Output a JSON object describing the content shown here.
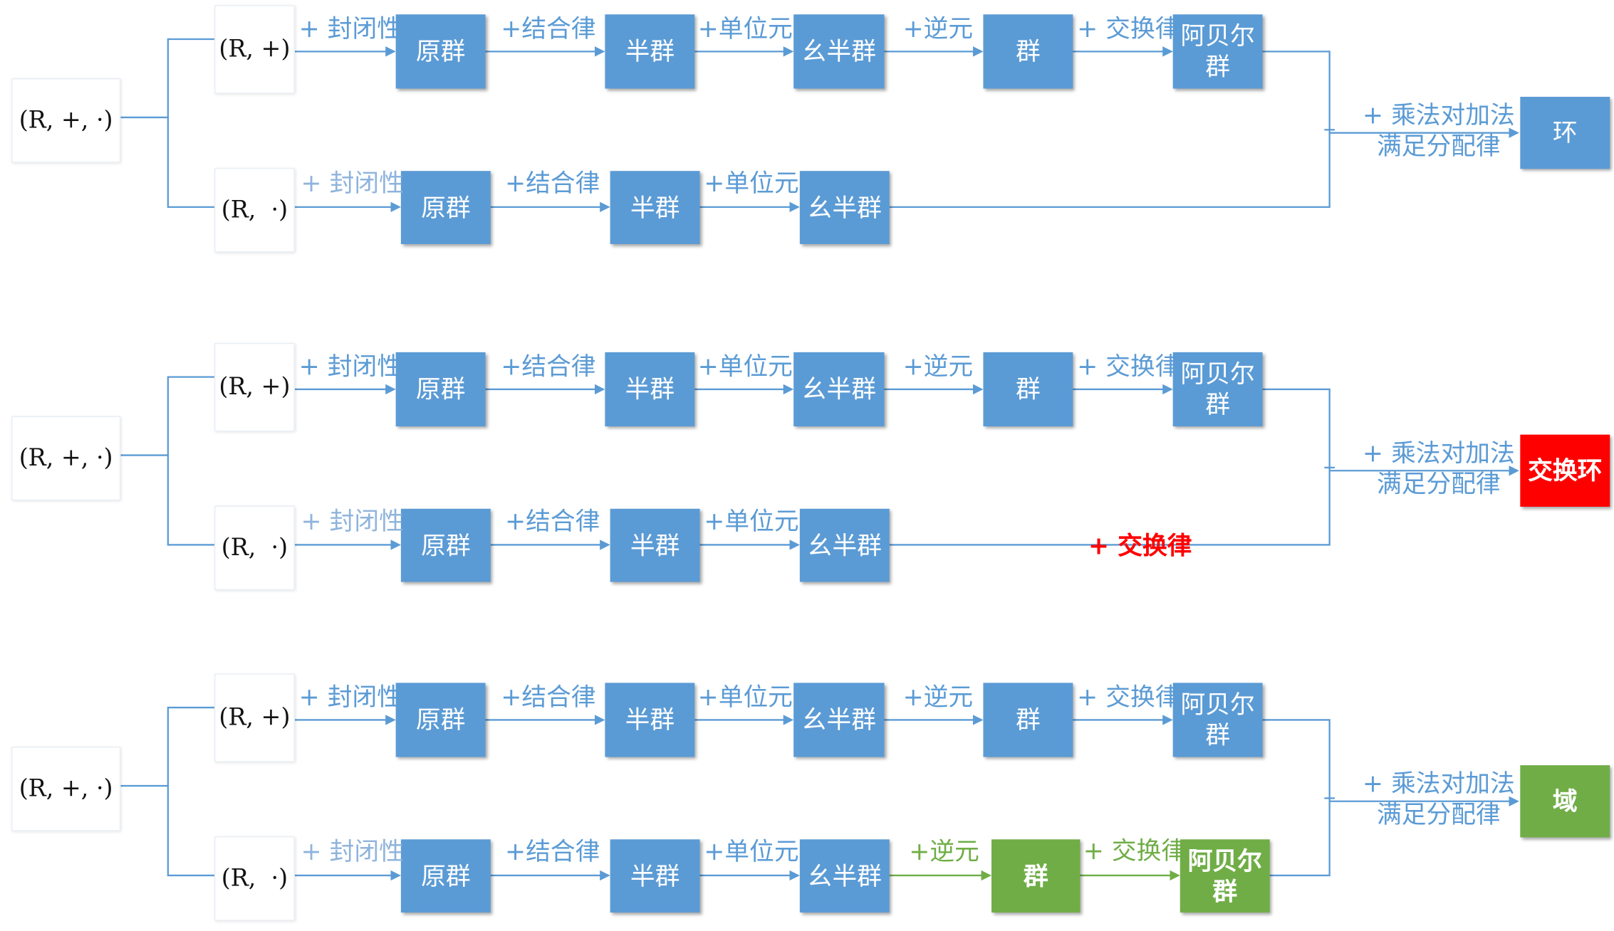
{
  "set_labels": {
    "ring": "(R, +, ·)",
    "additive": "(R, +)",
    "multiplicative": "(R,  ·)"
  },
  "steps": {
    "closure": "+ 封闭性",
    "associativity": "+结合律",
    "identity": "+单位元",
    "inverse": "+逆元",
    "commutativity": "+ 交换律",
    "distributive_line1": "+ 乘法对加法",
    "distributive_line2": "满足分配律",
    "mult_commutativity": "+ 交换律"
  },
  "structures": {
    "magma": "原群",
    "semigroup": "半群",
    "monoid": "幺半群",
    "group": "群",
    "abelian_group": "阿贝尔\n群"
  },
  "results": {
    "ring": "环",
    "commutative_ring": "交换环",
    "field": "域"
  },
  "colors": {
    "blue": "#5b9bd5",
    "red": "#ff0000",
    "green": "#70ad47"
  }
}
